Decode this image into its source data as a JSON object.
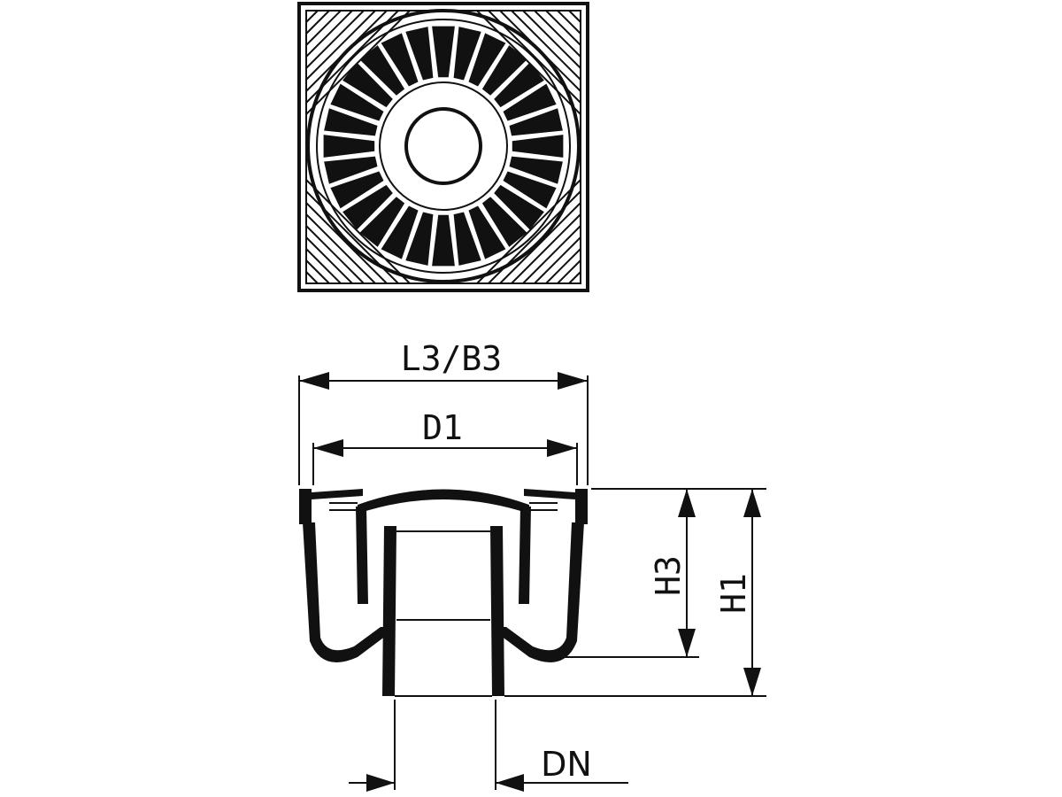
{
  "dimensions": {
    "width_label": "L3/B3",
    "diameter_label": "D1",
    "height_inner_label": "H3",
    "height_total_label": "H1",
    "nominal_diameter_label": "DN"
  },
  "colors": {
    "line": "#111111",
    "background": "#ffffff"
  }
}
